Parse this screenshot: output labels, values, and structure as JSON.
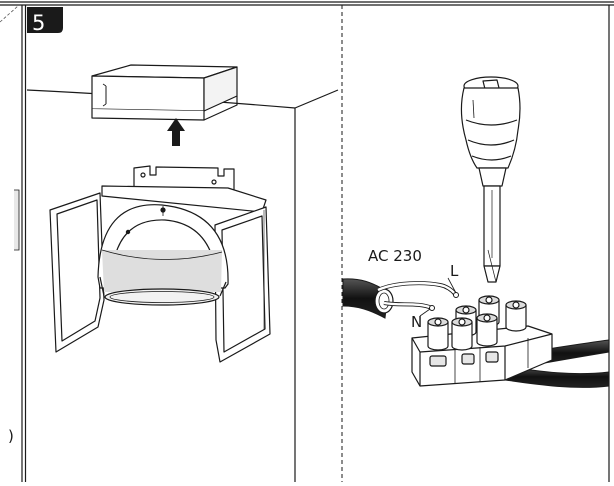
{
  "step": {
    "number": "5"
  },
  "labels": {
    "voltage": "AC 230",
    "live": "L",
    "neutral": "N",
    "edge_mark": ")"
  },
  "colors": {
    "line": "#1a1a1a",
    "badge_bg": "#1a1a1a",
    "badge_text": "#ffffff",
    "background": "#ffffff"
  },
  "icons": [
    "up-arrow-icon",
    "screwdriver-icon",
    "terminal-block-icon",
    "cable-icon"
  ]
}
